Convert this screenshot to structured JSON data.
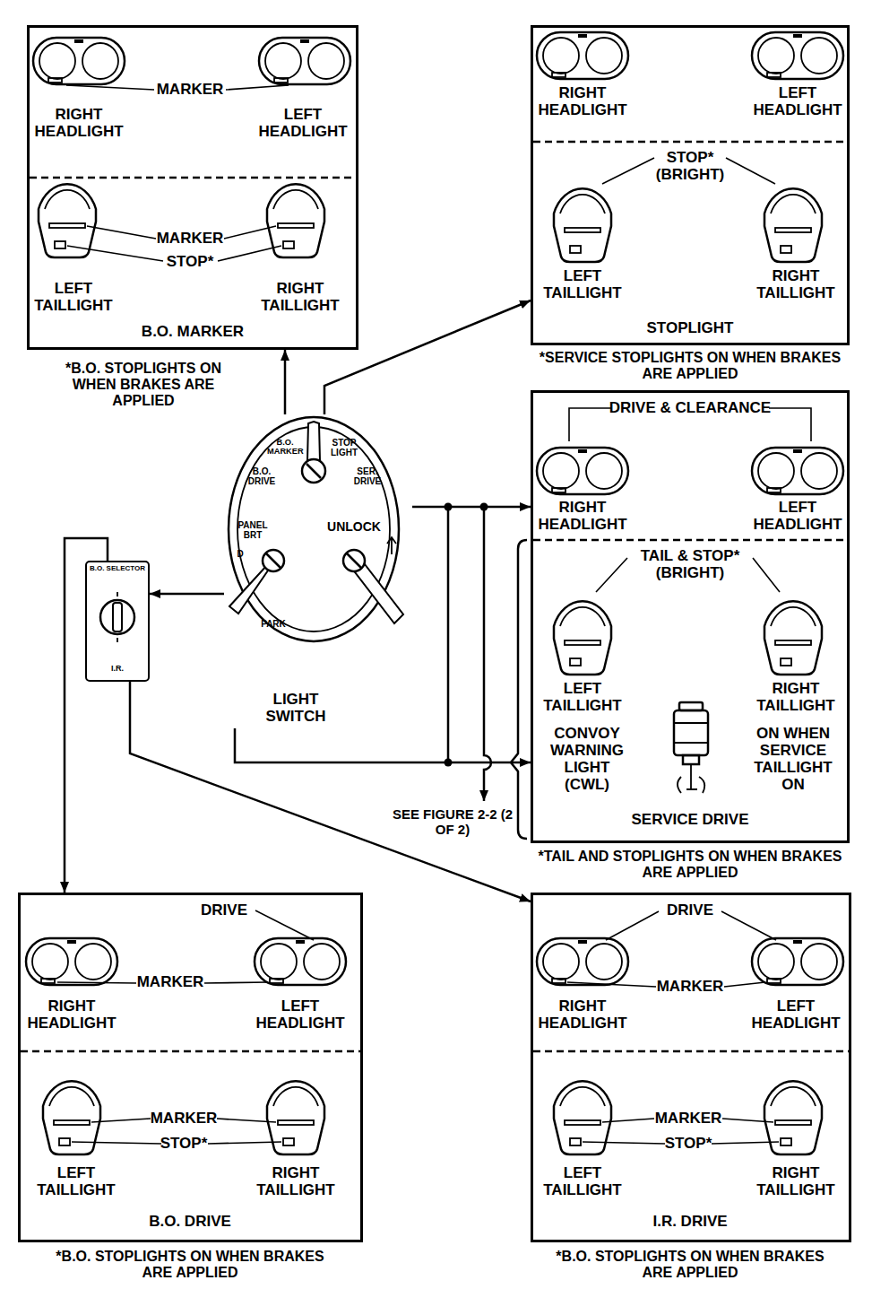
{
  "diagram": {
    "nodes": [
      {
        "text": [
          "MARKER",
          "RIGHT HEADLIGHT",
          "LEFT HEADLIGHT",
          "MARKER",
          "STOP*",
          "LEFT TAILLIGHT",
          "RIGHT TAILLIGHT",
          "B.O. MARKER",
          "*B.O. STOPLIGHTS ON WHEN BRAKES ARE APPLIED"
        ]
      },
      {
        "text": [
          "RIGHT HEADLIGHT",
          "LEFT HEADLIGHT",
          "STOP* (BRIGHT)",
          "LEFT TAILLIGHT",
          "RIGHT TAILLIGHT",
          "STOPLIGHT",
          "*SERVICE STOPLIGHTS ON WHEN BRAKES ARE APPLIED"
        ]
      },
      {
        "text": [
          "DRIVE & CLEARANCE",
          "RIGHT HEADLIGHT",
          "LEFT HEADLIGHT",
          "TAIL & STOP* (BRIGHT)",
          "LEFT TAILLIGHT",
          "RIGHT TAILLIGHT",
          "CONVOY WARNING LIGHT (CWL)",
          "ON WHEN SERVICE TAILLIGHT ON",
          "SERVICE DRIVE",
          "*TAIL AND STOPLIGHTS ON WHEN BRAKES ARE APPLIED"
        ]
      },
      {
        "text": [
          "B.O. MARKER",
          "STOP LIGHT",
          "B.O. DRIVE",
          "SER. DRIVE",
          "PANEL BRT",
          "UNLOCK",
          "D",
          "PARK",
          "LIGHT SWITCH"
        ]
      },
      {
        "text": [
          "B.O. SELECTOR",
          "I.R."
        ]
      },
      {
        "text": [
          "DRIVE",
          "MARKER",
          "RIGHT HEADLIGHT",
          "LEFT HEADLIGHT",
          "MARKER",
          "STOP*",
          "LEFT TAILLIGHT",
          "RIGHT TAILLIGHT",
          "B.O. DRIVE",
          "*B.O. STOPLIGHTS ON WHEN BRAKES ARE APPLIED"
        ]
      },
      {
        "text": [
          "DRIVE",
          "MARKER",
          "RIGHT HEADLIGHT",
          "LEFT HEADLIGHT",
          "MARKER",
          "STOP*",
          "LEFT TAILLIGHT",
          "RIGHT TAILLIGHT",
          "I.R. DRIVE",
          "*B.O. STOPLIGHTS ON WHEN BRAKES ARE APPLIED"
        ]
      }
    ],
    "edges": [
      {
        "from": 3,
        "to": 0,
        "arrow": "to"
      },
      {
        "from": 3,
        "to": 1,
        "arrow": "to"
      },
      {
        "from": 3,
        "to": 2,
        "arrow": "to"
      },
      {
        "from": 3,
        "to": 2,
        "arrow": "to"
      },
      {
        "from": 3,
        "to": 4,
        "arrow": "to"
      },
      {
        "from": 4,
        "to": 5,
        "arrow": "to"
      },
      {
        "from": 4,
        "to": 6,
        "arrow": "to"
      }
    ],
    "labels": [
      "SEE FIGURE 2-2 (2 OF 2)"
    ]
  }
}
